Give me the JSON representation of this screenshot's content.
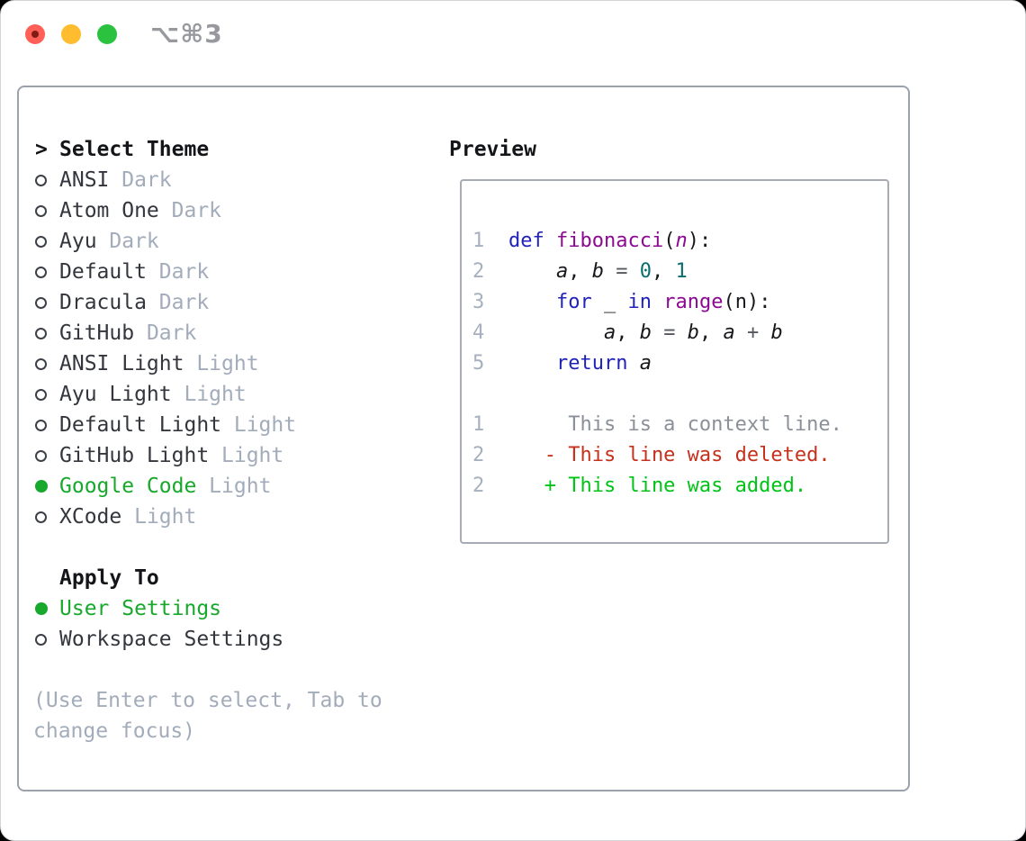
{
  "window": {
    "title": "⌥⌘3",
    "controls": {
      "close": "close",
      "minimize": "minimize",
      "zoom": "zoom"
    }
  },
  "colors": {
    "accent_green": "#17a82c",
    "diff_add": "#00c316",
    "diff_del": "#c5311c",
    "syntax_keyword": "#2122bb",
    "syntax_function": "#8c0a92",
    "syntax_literal": "#086e6e",
    "syntax_operator": "#55595f",
    "syntax_plain": "#17181c",
    "context_gray": "#8a8f98",
    "muted": "#a2acba",
    "line_number": "#a6b0be",
    "text_dark": "#33363c",
    "header_black": "#141519",
    "panel_border": "#9aa2ad",
    "box_border": "#a6abb4",
    "title_gray": "#97999e",
    "traffic_red": "#ff5f57",
    "traffic_red_dot": "#7e1b15",
    "traffic_yellow": "#febc2e",
    "traffic_green": "#2ac23f"
  },
  "theme_list": {
    "header_prefix": ">",
    "header": "Select Theme",
    "items": [
      {
        "name": "ANSI",
        "variant": "Dark",
        "selected": false
      },
      {
        "name": "Atom One",
        "variant": "Dark",
        "selected": false
      },
      {
        "name": "Ayu",
        "variant": "Dark",
        "selected": false
      },
      {
        "name": "Default",
        "variant": "Dark",
        "selected": false
      },
      {
        "name": "Dracula",
        "variant": "Dark",
        "selected": false
      },
      {
        "name": "GitHub",
        "variant": "Dark",
        "selected": false
      },
      {
        "name": "ANSI Light",
        "variant": "Light",
        "selected": false
      },
      {
        "name": "Ayu Light",
        "variant": "Light",
        "selected": false
      },
      {
        "name": "Default Light",
        "variant": "Light",
        "selected": false
      },
      {
        "name": "GitHub Light",
        "variant": "Light",
        "selected": false
      },
      {
        "name": "Google Code",
        "variant": "Light",
        "selected": true
      },
      {
        "name": "XCode",
        "variant": "Light",
        "selected": false
      }
    ]
  },
  "apply_to": {
    "header": "Apply To",
    "options": [
      {
        "label": "User Settings",
        "selected": true
      },
      {
        "label": "Workspace Settings",
        "selected": false
      }
    ]
  },
  "hint_lines": [
    "(Use Enter to select, Tab to",
    "change focus)"
  ],
  "preview": {
    "title": "Preview",
    "lines": [
      {
        "num": "1",
        "segments": [
          [
            "kw",
            "def"
          ],
          [
            "pln",
            " "
          ],
          [
            "fn",
            "fibonacci"
          ],
          [
            "pln",
            "("
          ],
          [
            "param",
            "n"
          ],
          [
            "pln",
            "):"
          ]
        ]
      },
      {
        "num": "2",
        "segments": [
          [
            "pln",
            "    "
          ],
          [
            "var",
            "a"
          ],
          [
            "pln",
            ", "
          ],
          [
            "var",
            "b"
          ],
          [
            "pln",
            " "
          ],
          [
            "op",
            "="
          ],
          [
            "pln",
            " "
          ],
          [
            "lit",
            "0"
          ],
          [
            "pln",
            ", "
          ],
          [
            "lit",
            "1"
          ]
        ]
      },
      {
        "num": "3",
        "segments": [
          [
            "pln",
            "    "
          ],
          [
            "kw",
            "for"
          ],
          [
            "pln",
            " _ "
          ],
          [
            "kw",
            "in"
          ],
          [
            "pln",
            " "
          ],
          [
            "fn",
            "range"
          ],
          [
            "pln",
            "(n):"
          ]
        ]
      },
      {
        "num": "4",
        "segments": [
          [
            "pln",
            "        "
          ],
          [
            "var",
            "a"
          ],
          [
            "pln",
            ", "
          ],
          [
            "var",
            "b"
          ],
          [
            "pln",
            " "
          ],
          [
            "op",
            "="
          ],
          [
            "pln",
            " "
          ],
          [
            "var",
            "b"
          ],
          [
            "pln",
            ", "
          ],
          [
            "var",
            "a"
          ],
          [
            "pln",
            " "
          ],
          [
            "op",
            "+"
          ],
          [
            "pln",
            " "
          ],
          [
            "var",
            "b"
          ]
        ]
      },
      {
        "num": "5",
        "segments": [
          [
            "pln",
            "    "
          ],
          [
            "kw",
            "return"
          ],
          [
            "pln",
            " "
          ],
          [
            "var",
            "a"
          ]
        ]
      },
      {
        "num": "",
        "segments": []
      },
      {
        "num": "1",
        "segments": [
          [
            "ctx",
            "     This is a context line."
          ]
        ]
      },
      {
        "num": "2",
        "segments": [
          [
            "del",
            "   - This line was deleted."
          ]
        ]
      },
      {
        "num": "2",
        "segments": [
          [
            "add",
            "   + This line was added."
          ]
        ]
      }
    ]
  }
}
